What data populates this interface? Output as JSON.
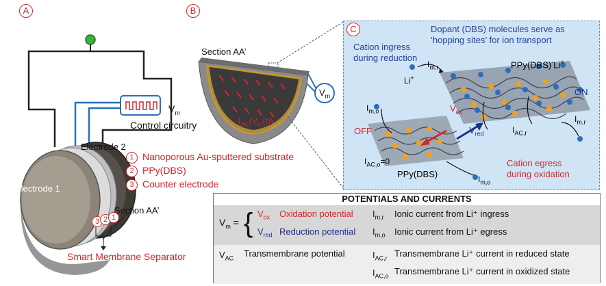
{
  "panels": {
    "a": {
      "letter": "A"
    },
    "b": {
      "letter": "B"
    },
    "c": {
      "letter": "C"
    }
  },
  "panel_a": {
    "vm_label": "V",
    "vm_sub": "m",
    "control_circuitry": "Control circuitry",
    "electrode1": "Electrode 1",
    "electrode2": "Electrode 2",
    "section": "Section AA’",
    "legend": [
      {
        "num": "1",
        "text": "Nanoporous Au-sputtered substrate"
      },
      {
        "num": "2",
        "text": "PPy(DBS)"
      },
      {
        "num": "3",
        "text": "Counter electrode"
      }
    ],
    "stack_nums": [
      "3",
      "2",
      "1"
    ],
    "separator": "Smart Membrane Separator"
  },
  "panel_b": {
    "section": "Section AA’",
    "vm_label": "V",
    "vm_sub": "m",
    "iac_label": "I",
    "iac_sub": "AC",
    "iac_arg": "(V",
    "iac_arg_sub": "m",
    "iac_tail": "(t))"
  },
  "panel_c": {
    "dopant_line1": "Dopant (DBS) molecules serve as",
    "dopant_line2": "‘hopping sites’ for ion transport",
    "cation_ingress_1": "Cation ingress",
    "cation_ingress_2": "during reduction",
    "li": "Li",
    "li_sup": "+",
    "imr_main": "I",
    "imr_sub": "m,r",
    "ppy_li": "PPy(DBS)",
    "ppy_li_sup1": "-",
    "ppy_li_mid": "Li",
    "ppy_li_sup2": "+",
    "on": "ON",
    "off": "OFF",
    "vox": "V",
    "vox_sub": "ox",
    "vred": "V",
    "vred_sub": "red",
    "imo_main": "I",
    "imo_sub": "m,o",
    "iacr_main": "I",
    "iacr_sub": "AC,r",
    "iaco_main": "I",
    "iaco_sub": "AC,o",
    "iaco_eq": "=0",
    "ppy": "PPy(DBS)",
    "egress_1": "Cation egress",
    "egress_2": "during oxidation"
  },
  "table": {
    "title": "POTENTIALS AND CURRENTS",
    "vm": "V",
    "vm_sub": "m",
    "vm_eq": " =",
    "vox": "V",
    "vox_sub": "ox",
    "vox_desc": "Oxidation potential",
    "vred": "V",
    "vred_sub": "red",
    "vred_desc": "Reduction potential",
    "imr": "I",
    "imr_sub": "m,r",
    "imr_desc": "Ionic current from Li⁺ ingress",
    "imo": "I",
    "imo_sub": "m,o",
    "imo_desc": "Ionic current from Li⁺ egress",
    "vac": "V",
    "vac_sub": "AC",
    "vac_desc": "Transmembrane potential",
    "iacr": "I",
    "iacr_sub": "AC,r",
    "iacr_desc": "Transmembrane Li⁺ current in reduced state",
    "iaco": "I",
    "iaco_sub": "AC,o",
    "iaco_desc": "Transmembrane Li⁺ current in oxidized state"
  }
}
